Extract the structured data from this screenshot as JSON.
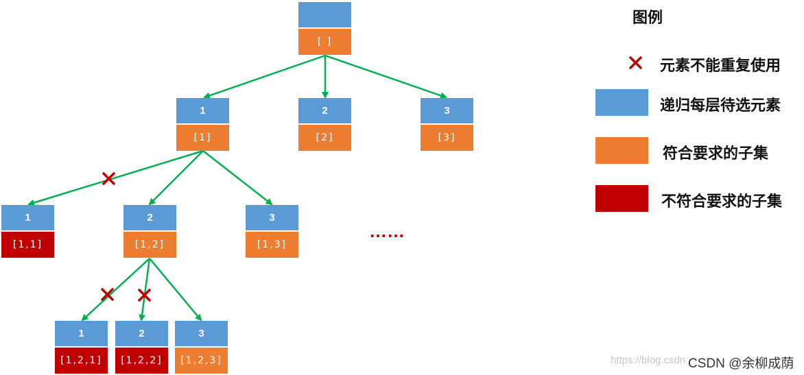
{
  "nodes": {
    "root": {
      "choice": "",
      "subset": "[ ]"
    },
    "n1": {
      "choice": "1",
      "subset": "[1]"
    },
    "n2": {
      "choice": "2",
      "subset": "[2]"
    },
    "n3": {
      "choice": "3",
      "subset": "[3]"
    },
    "n11": {
      "choice": "1",
      "subset": "[1,1]"
    },
    "n12": {
      "choice": "2",
      "subset": "[1,2]"
    },
    "n13": {
      "choice": "3",
      "subset": "[1,3]"
    },
    "n121": {
      "choice": "1",
      "subset": "[1,2,1]"
    },
    "n122": {
      "choice": "2",
      "subset": "[1,2,2]"
    },
    "n123": {
      "choice": "3",
      "subset": "[1,2,3]"
    }
  },
  "ellipsis": "……",
  "legend": {
    "title": "图例",
    "cross": "元素不能重复使用",
    "blue": "递归每层待选元素",
    "orange": "符合要求的子集",
    "red": "不符合要求的子集"
  },
  "watermark": "https://blog.csdn",
  "brand": "CSDN @余柳成荫",
  "colors": {
    "choice": "#5b9bd5",
    "valid": "#ed7d31",
    "invalid": "#c00000",
    "edge": "#00b050",
    "cross": "#c00000"
  }
}
